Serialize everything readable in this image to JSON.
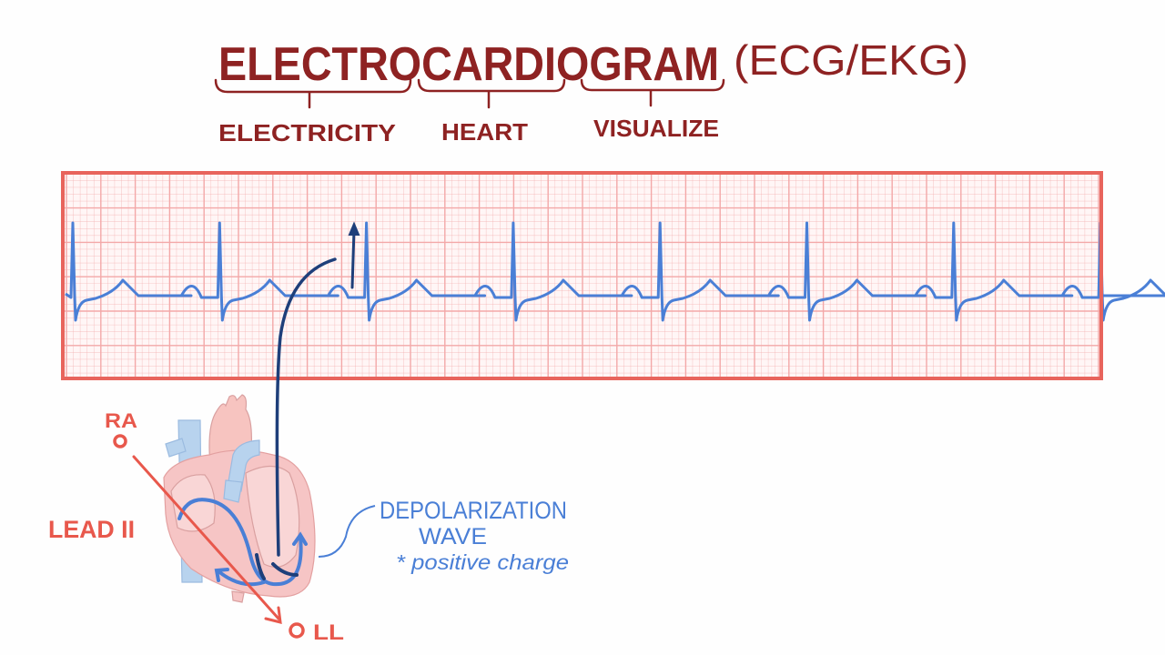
{
  "title": {
    "main": "ELECTROCARDIOGRAM",
    "abbrev": "(ECG/EKG)",
    "parts": [
      {
        "label": "ELECTRICITY"
      },
      {
        "label": "HEART"
      },
      {
        "label": "VISUALIZE"
      }
    ]
  },
  "ecg_strip": {
    "beats": 8,
    "trace_color": "#4a7fd6",
    "grid_color": "#f3a8a8",
    "border_color": "#e8645c"
  },
  "heart_diagram": {
    "electrode_ra": "RA",
    "electrode_ll": "LL",
    "lead_label": "LEAD II",
    "wave_label_line1": "DEPOLARIZATION",
    "wave_label_line2": "WAVE",
    "wave_note": "* positive charge"
  },
  "colors": {
    "title": "#8e2222",
    "lead": "#e8584c",
    "wave": "#4a7fd6",
    "arrow_dark": "#1e3f7a"
  }
}
